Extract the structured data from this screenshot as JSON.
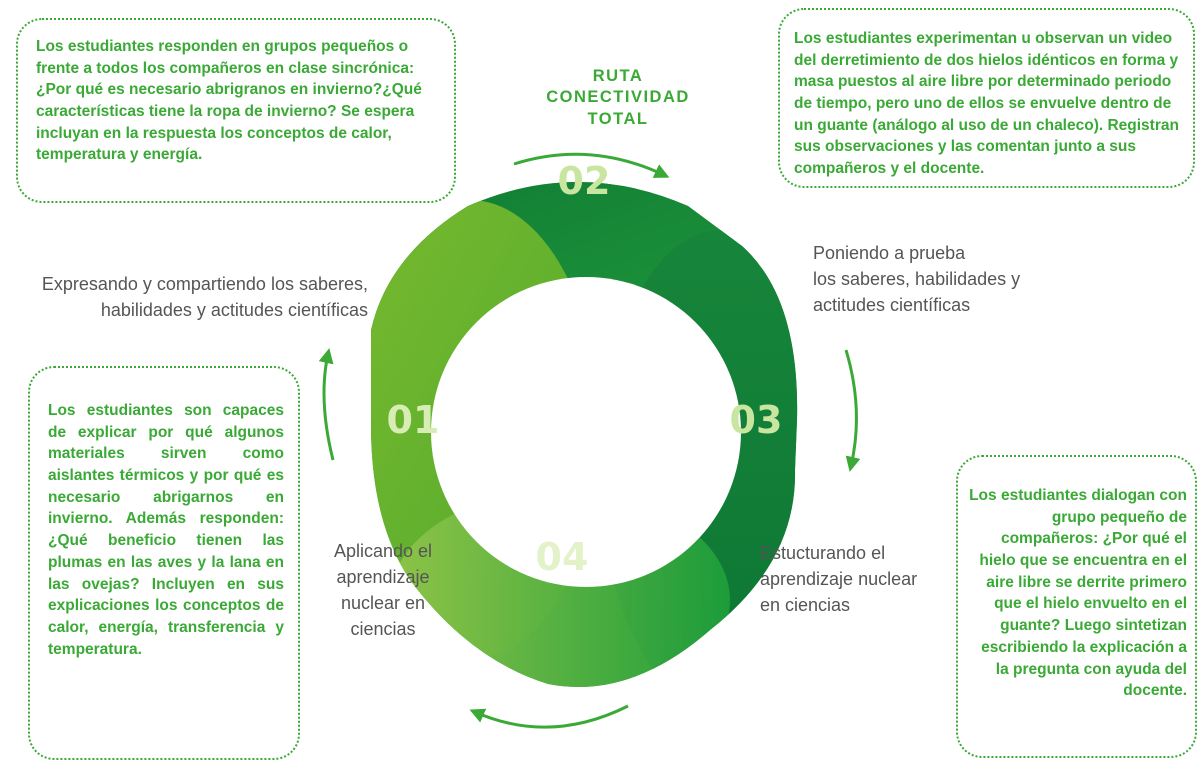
{
  "title": [
    "RUTA",
    "CONECTIVIDAD",
    "TOTAL"
  ],
  "stages": {
    "s01": {
      "number": "01",
      "caption": [
        "Expresando y compartiendo los saberes,",
        "habilidades y actitudes científicas"
      ]
    },
    "s02": {
      "number": "02",
      "caption": [
        "Poniendo a prueba",
        "los saberes, habilidades y",
        "actitudes científicas"
      ]
    },
    "s03": {
      "number": "03",
      "caption": [
        "Estucturando el",
        "aprendizaje nuclear",
        "en ciencias"
      ]
    },
    "s04": {
      "number": "04",
      "caption": [
        "Aplicando el",
        "aprendizaje",
        "nuclear en",
        "ciencias"
      ]
    }
  },
  "boxes": {
    "top_left": "Los estudiantes responden en grupos pequeños o frente a todos los compañeros en clase sincrónica: ¿Por qué es necesario abrigranos en invierno?¿Qué características tiene la ropa de invierno? Se espera incluyan en la respuesta los conceptos de calor, temperatura y energía.",
    "top_right": "Los estudiantes experimentan u observan un video del derretimiento de dos hielos idénticos en forma y masa puestos al aire libre por determinado periodo de tiempo, pero uno de ellos se envuelve dentro de un guante (análogo al uso de un chaleco). Registran sus observaciones y las comentan junto a sus compañeros y el docente.",
    "bottom_left": "Los estudiantes son capaces de explicar por qué algunos materiales sirven como aislantes térmicos y por qué es necesario abrigarnos en invierno. Además responden: ¿Qué beneficio tienen las plumas en las aves y la lana en las ovejas? Incluyen en sus explicaciones los conceptos de calor, energía, transferencia y temperatura.",
    "bottom_right": "Los estudiantes dialogan con grupo pequeño de compañeros: ¿Por qué el hielo que se encuentra en el aire libre se derrite primero que el hielo envuelto en el guante? Luego sintetizan escribiendo la explicación a la pregunta con ayuda del docente."
  },
  "colors": {
    "green": "#3aa935",
    "dark_green": "#138b3a",
    "light_green": "#6bb52f",
    "caption_gray": "#555555",
    "number_light": "#c9e6a0"
  }
}
